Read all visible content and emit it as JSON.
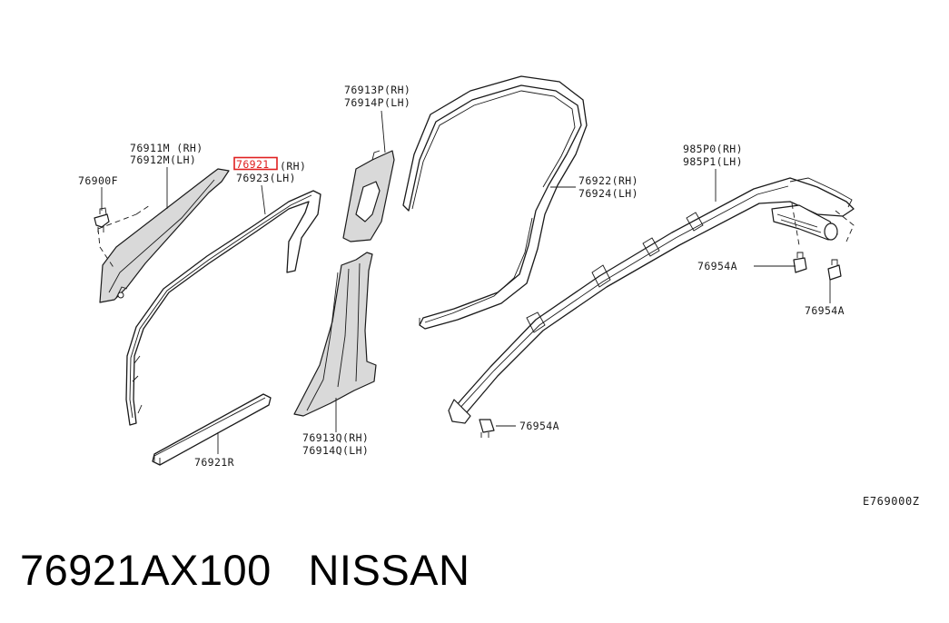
{
  "labels": {
    "p76911m": "76911M (RH)",
    "p76912m": "76912M(LH)",
    "p76900f": "76900F",
    "p76921_num": "76921",
    "p76921_side": "(RH)",
    "p76923": "76923(LH)",
    "p76913p": "76913P(RH)",
    "p76914p": "76914P(LH)",
    "p76922": "76922(RH)",
    "p76924": "76924(LH)",
    "p985p0": "985P0(RH)",
    "p985p1": "985P1(LH)",
    "p76954a_1": "76954A",
    "p76954a_2": "76954A",
    "p76954a_3": "76954A",
    "p76921r": "76921R",
    "p76913q": "76913Q(RH)",
    "p76914q": "76914Q(LH)"
  },
  "diagram_code": "E769000Z",
  "caption": "76921AX100   NISSAN",
  "colors": {
    "highlight": "#e02020",
    "line": "#1a1a1a",
    "shade": "#d9d9d9"
  }
}
